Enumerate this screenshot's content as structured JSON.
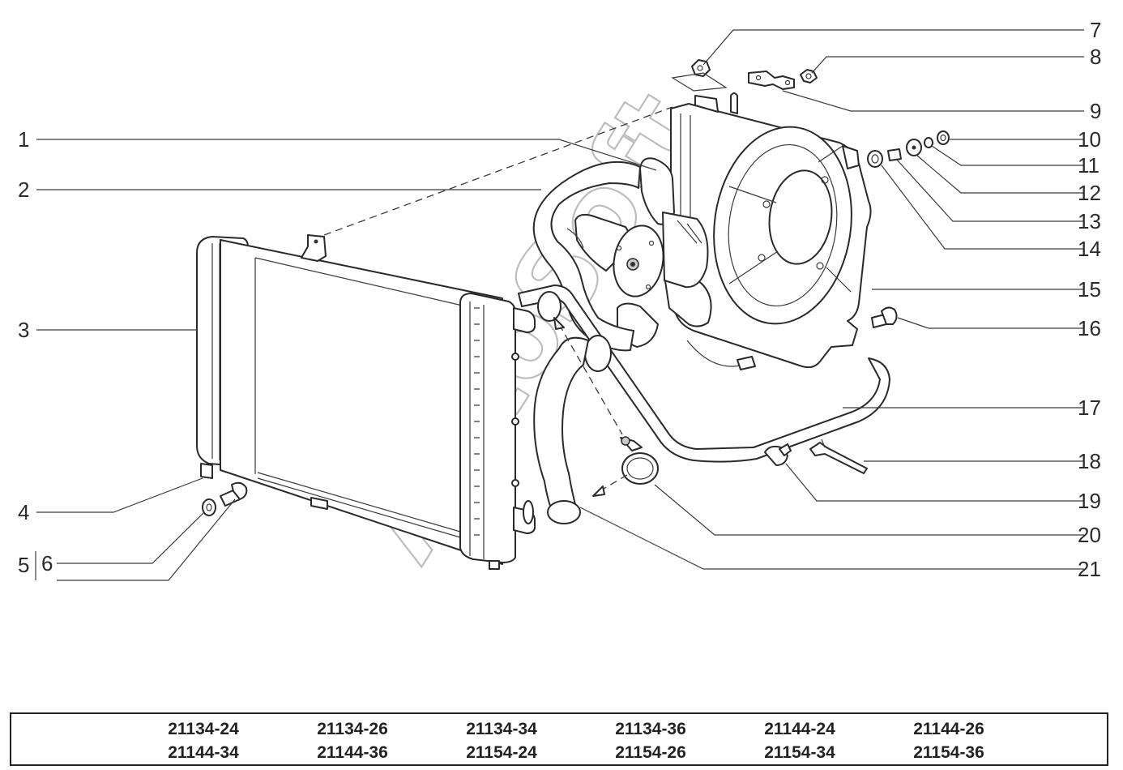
{
  "callouts": [
    "1",
    "2",
    "3",
    "4",
    "5",
    "6",
    "7",
    "8",
    "9",
    "10",
    "11",
    "12",
    "13",
    "14",
    "15",
    "16",
    "17",
    "18",
    "19",
    "20",
    "21"
  ],
  "watermark": "AutoSoft",
  "models": {
    "row1": [
      "21134-24",
      "21134-26",
      "21134-34",
      "21134-36",
      "21144-24",
      "21144-26"
    ],
    "row2": [
      "21144-34",
      "21144-36",
      "21154-24",
      "21154-26",
      "21154-34",
      "21154-36"
    ]
  }
}
